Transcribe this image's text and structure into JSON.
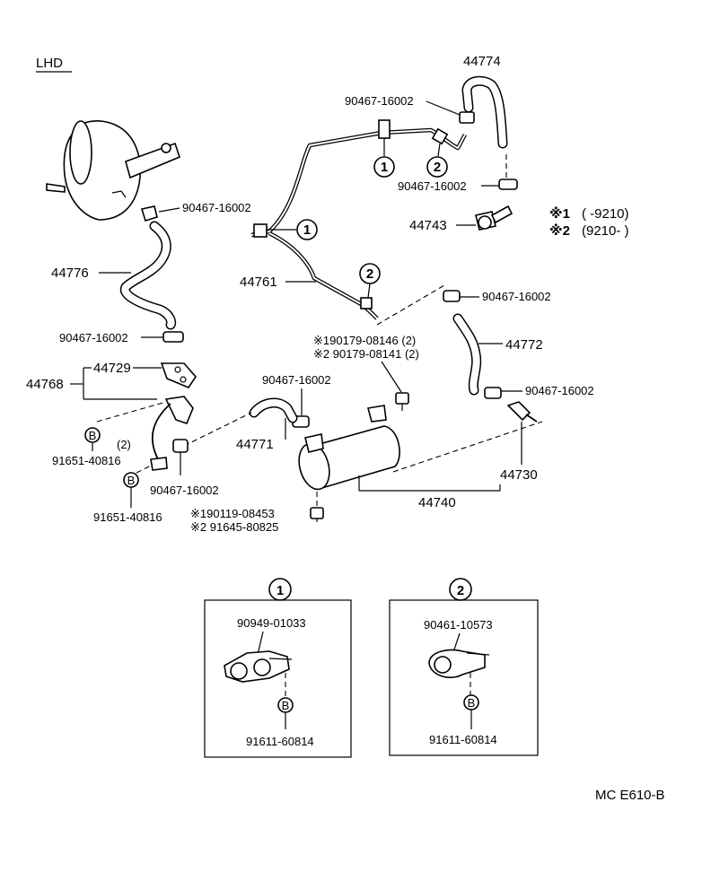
{
  "header": {
    "label": "LHD"
  },
  "footer": {
    "code": "MC E610-B"
  },
  "legend": {
    "row1_mark": "※1",
    "row1_range": "(      -9210)",
    "row2_mark": "※2",
    "row2_range": "(9210-        )"
  },
  "callouts": {
    "c1a": "1",
    "c2a": "2",
    "c1b": "1",
    "c2b": "2",
    "detail1": "1",
    "detail2": "2",
    "b1": "B",
    "b2": "B",
    "b3": "B",
    "b4": "B"
  },
  "parts": {
    "p44774": "44774",
    "p90467_top": "90467-16002",
    "p90467_mid": "90467-16002",
    "p90467_left": "90467-16002",
    "p44743": "44743",
    "p44776": "44776",
    "p44761": "44761",
    "p90467_right1": "90467-16002",
    "p44772": "44772",
    "p90467_below_left": "90467-16002",
    "p_s1_90179": "※190179-08146 (2)",
    "p_s2_90179": "※2 90179-08141 (2)",
    "p44729": "44729",
    "p44768": "44768",
    "p90467_center": "90467-16002",
    "p90467_right2": "90467-16002",
    "p44771": "44771",
    "p_qty2": "(2)",
    "p91651_a": "91651-40816",
    "p91651_b": "91651-40816",
    "p90467_lower": "90467-16002",
    "p44730": "44730",
    "p44740": "44740",
    "p_s1_90119": "※190119-08453",
    "p_s2_91645": "※2 91645-80825",
    "p90949": "90949-01033",
    "p91611_a": "91611-60814",
    "p90461": "90461-10573",
    "p91611_b": "91611-60814"
  }
}
